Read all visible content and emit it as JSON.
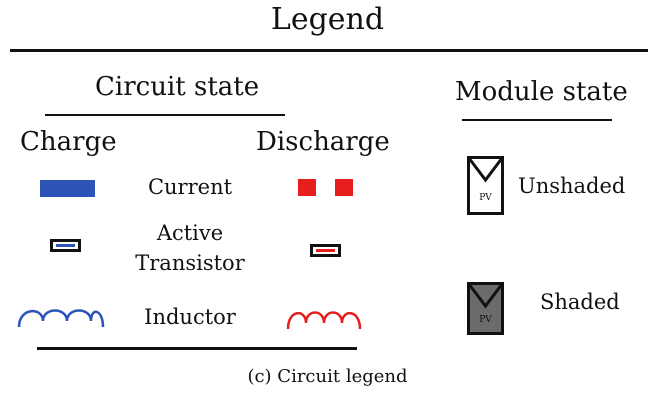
{
  "legend_title": "Legend",
  "circuit": {
    "heading": "Circuit state",
    "charge_label": "Charge",
    "discharge_label": "Discharge",
    "rows": [
      {
        "label": "Current"
      },
      {
        "label_line1": "Active",
        "label_line2": "Transistor"
      },
      {
        "label": "Inductor"
      }
    ]
  },
  "module": {
    "heading": "Module state",
    "items": [
      {
        "label": "Unshaded",
        "panel_text": "PV"
      },
      {
        "label": "Shaded",
        "panel_text": "PV"
      }
    ]
  },
  "caption": "(c) Circuit legend",
  "colors": {
    "charge": "#2c55b7",
    "discharge": "#e61e1e",
    "outline": "#111111",
    "shaded_fill": "#6b6b6b",
    "unshaded_fill": "#ffffff"
  }
}
